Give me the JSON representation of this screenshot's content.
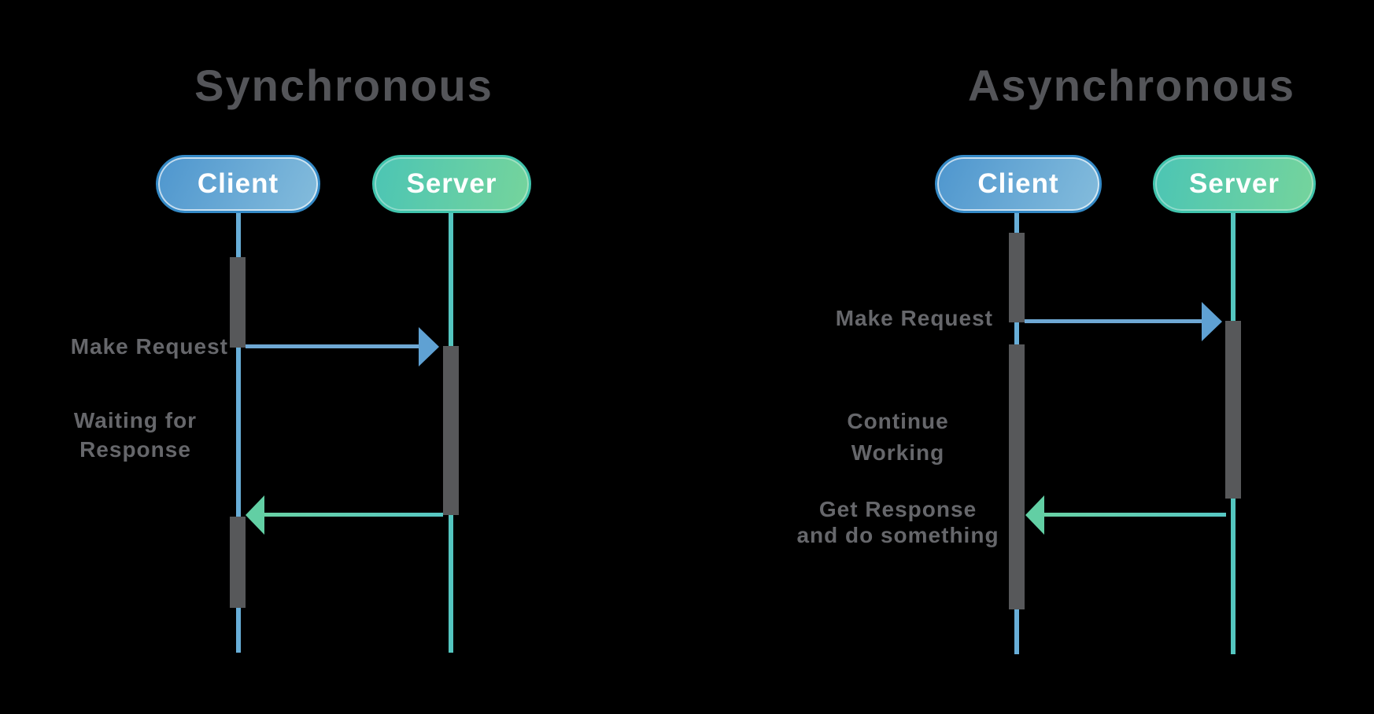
{
  "colors": {
    "background": "#000000",
    "title": "#545559",
    "label": "#66676b",
    "activation_bar": "#57585a",
    "client_lifeline": "#68aed8",
    "server_lifeline": "#54c6c0",
    "request_arrow": "#6fa8d4",
    "request_arrowhead": "#5fa1d3",
    "response_arrow_start": "#68d1a4",
    "response_arrow_end": "#57c8c4",
    "response_arrowhead": "#62cfa4",
    "client_box_border": "#3489c6",
    "client_box_gradient_start": "#4e96ce",
    "client_box_gradient_end": "#84bcdc",
    "server_box_border": "#3fc3ab",
    "server_box_gradient_start": "#4cc5b4",
    "server_box_gradient_end": "#75d49c",
    "box_text": "#ffffff"
  },
  "sync": {
    "title": "Synchronous",
    "client": "Client",
    "server": "Server",
    "make_request": "Make Request",
    "waiting_line1": "Waiting for",
    "waiting_line2": "Response"
  },
  "async": {
    "title": "Asynchronous",
    "client": "Client",
    "server": "Server",
    "make_request": "Make Request",
    "continue_line1": "Continue",
    "continue_line2": "Working",
    "get_response_line1": "Get Response",
    "get_response_line2": "and do something"
  }
}
